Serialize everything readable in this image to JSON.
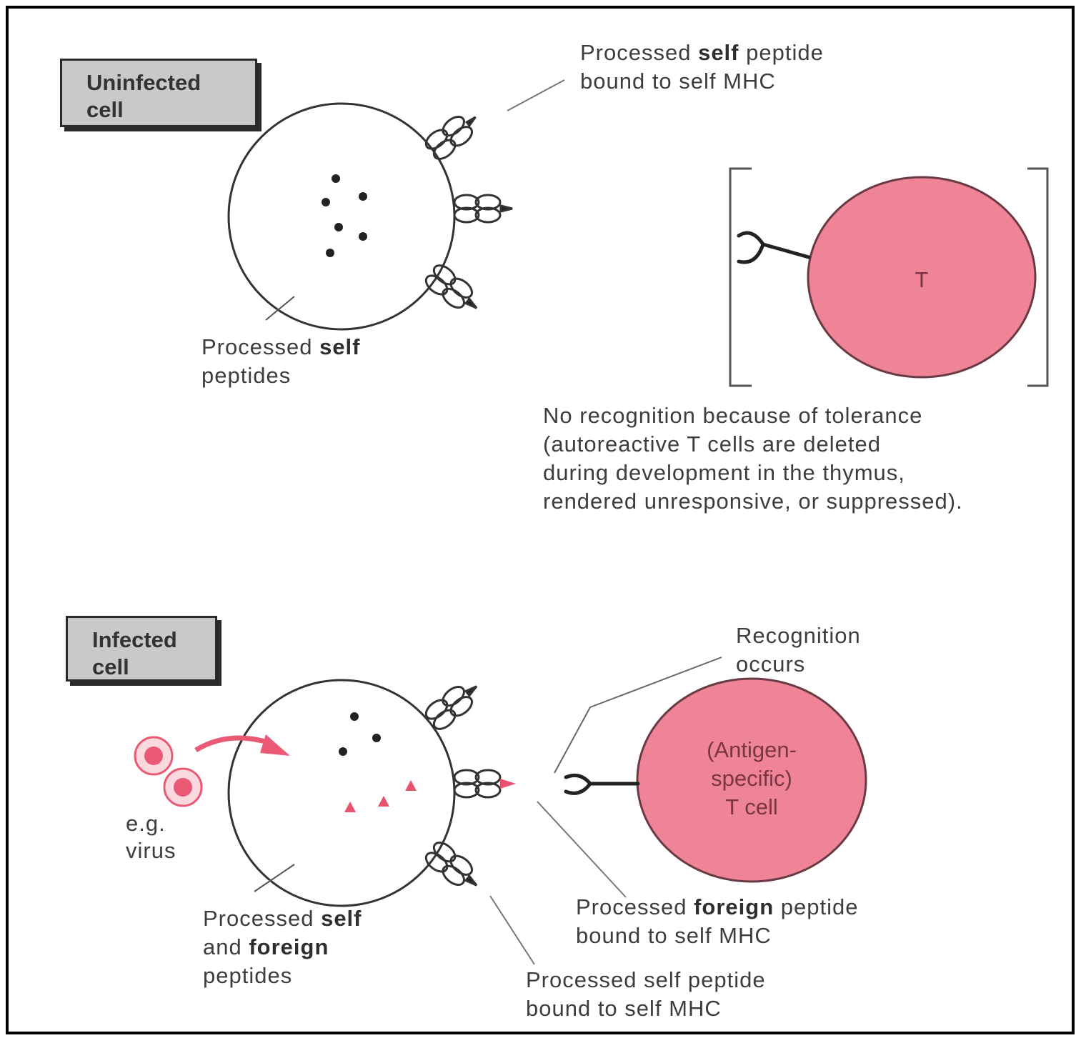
{
  "panels": {
    "uninfected": {
      "box_line1": "Uninfected",
      "box_line2": "cell",
      "mhc_label_pre": "Processed ",
      "mhc_label_bold": "self",
      "mhc_label_post": " peptide",
      "mhc_label_line2": "bound to self MHC",
      "peptides_pre": "Processed ",
      "peptides_bold": "self",
      "peptides_line2": "peptides",
      "tcell_label": "T",
      "tolerance_line1": "No recognition because of tolerance",
      "tolerance_line2": "(autoreactive T cells are deleted",
      "tolerance_line3": "during development in the thymus,",
      "tolerance_line4": "rendered unresponsive, or suppressed)."
    },
    "infected": {
      "box_line1": "Infected",
      "box_line2": "cell",
      "virus_line1": "e.g.",
      "virus_line2": "virus",
      "recognition_line1": "Recognition",
      "recognition_line2": "occurs",
      "tcell_line1": "(Antigen-",
      "tcell_line2": "specific)",
      "tcell_line3": "T cell",
      "foreign_mhc_pre": "Processed ",
      "foreign_mhc_bold": "foreign",
      "foreign_mhc_post": " peptide",
      "foreign_mhc_line2": "bound to self MHC",
      "self_mhc_line1": "Processed self peptide",
      "self_mhc_line2": "bound to self MHC",
      "peptides_pre": "Processed ",
      "peptides_bold1": "self",
      "peptides_line2_pre": "and ",
      "peptides_bold2": "foreign",
      "peptides_line3": "peptides"
    }
  },
  "colors": {
    "tcell_fill": "#ef8497",
    "tcell_stroke": "#6a3a44",
    "virus": "#ea5a74",
    "foreign_peptide": "#e8526e",
    "box_fill": "#c9c9c9"
  }
}
